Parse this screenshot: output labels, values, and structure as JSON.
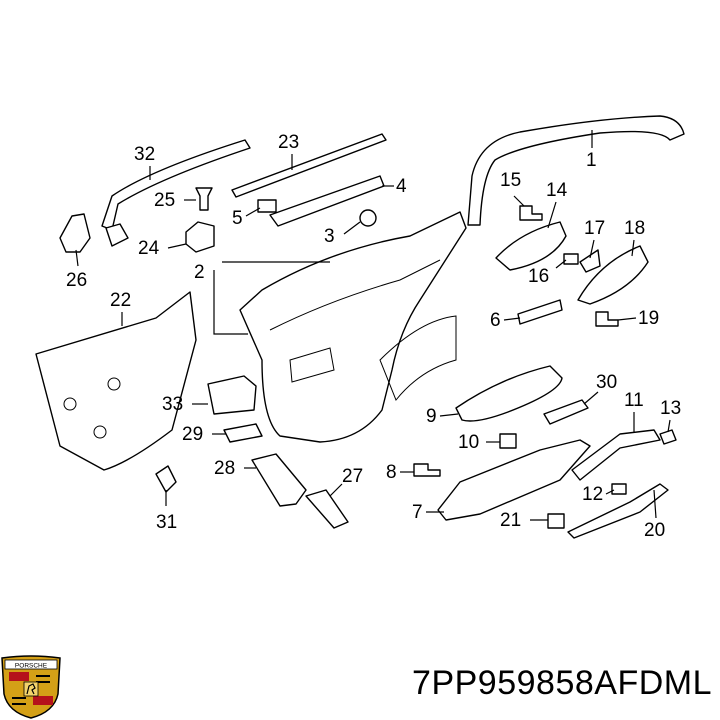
{
  "part_number": "7PP959858AFDML",
  "brand_logo": "crest-logo",
  "logo_text": "PORSCHE",
  "callouts": [
    {
      "id": "c1",
      "text": "1"
    },
    {
      "id": "c2",
      "text": "2"
    },
    {
      "id": "c3",
      "text": "3"
    },
    {
      "id": "c4",
      "text": "4"
    },
    {
      "id": "c5",
      "text": "5"
    },
    {
      "id": "c6",
      "text": "6"
    },
    {
      "id": "c7",
      "text": "7"
    },
    {
      "id": "c8",
      "text": "8"
    },
    {
      "id": "c9",
      "text": "9"
    },
    {
      "id": "c10",
      "text": "10"
    },
    {
      "id": "c11",
      "text": "11"
    },
    {
      "id": "c12",
      "text": "12"
    },
    {
      "id": "c13",
      "text": "13"
    },
    {
      "id": "c14",
      "text": "14"
    },
    {
      "id": "c15",
      "text": "15"
    },
    {
      "id": "c16",
      "text": "16"
    },
    {
      "id": "c17",
      "text": "17"
    },
    {
      "id": "c18",
      "text": "18"
    },
    {
      "id": "c19",
      "text": "19"
    },
    {
      "id": "c20",
      "text": "20"
    },
    {
      "id": "c21",
      "text": "21"
    },
    {
      "id": "c22",
      "text": "22"
    },
    {
      "id": "c23",
      "text": "23"
    },
    {
      "id": "c24",
      "text": "24"
    },
    {
      "id": "c25",
      "text": "25"
    },
    {
      "id": "c26",
      "text": "26"
    },
    {
      "id": "c27",
      "text": "27"
    },
    {
      "id": "c28",
      "text": "28"
    },
    {
      "id": "c29",
      "text": "29"
    },
    {
      "id": "c30",
      "text": "30"
    },
    {
      "id": "c31",
      "text": "31"
    },
    {
      "id": "c32",
      "text": "32"
    },
    {
      "id": "c33",
      "text": "33"
    }
  ]
}
